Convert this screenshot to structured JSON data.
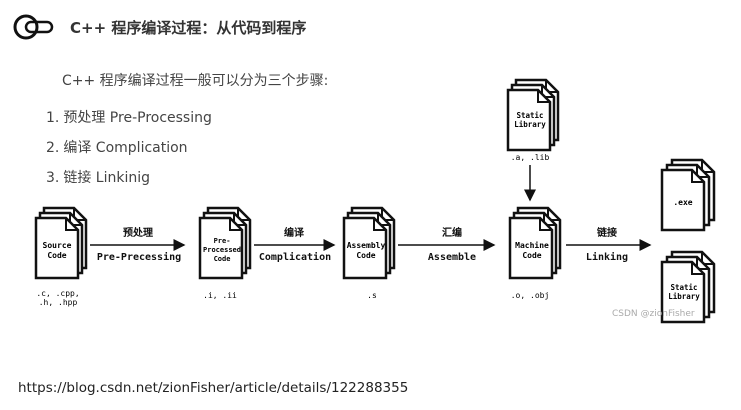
{
  "header": {
    "title": "C++ 程序编译过程：从代码到程序"
  },
  "intro": "C++ 程序编译过程一般可以分为三个步骤:",
  "steps": [
    {
      "num": "1.",
      "text": "预处理 Pre-Processing"
    },
    {
      "num": "2.",
      "text": "编译 Complication"
    },
    {
      "num": "3.",
      "text": "链接 Linkinig"
    }
  ],
  "diagram": {
    "source": {
      "lines": [
        "Source",
        "Code"
      ],
      "ext": [
        ".c, .cpp,",
        ".h, .hpp"
      ]
    },
    "preprocessed": {
      "lines": [
        "Pre-",
        "Processed",
        "Code"
      ],
      "ext": [
        ".i, .ii"
      ]
    },
    "assembly": {
      "lines": [
        "Assembly",
        "Code"
      ],
      "ext": [
        ".s"
      ]
    },
    "machine": {
      "lines": [
        "Machine",
        "Code"
      ],
      "ext": [
        ".o, .obj"
      ]
    },
    "static_lib_top": {
      "lines": [
        "Static",
        "Library"
      ],
      "ext": [
        ".a, .lib"
      ]
    },
    "exe": {
      "lines": [
        ".exe"
      ]
    },
    "static_lib_out": {
      "lines": [
        "Static",
        "Library"
      ]
    },
    "arrows": [
      {
        "cn": "预处理",
        "en": "Pre-Precessing"
      },
      {
        "cn": "编译",
        "en": "Complication"
      },
      {
        "cn": "汇编",
        "en": "Assemble"
      },
      {
        "cn": "链接",
        "en": "Linking"
      }
    ],
    "watermark": "CSDN @zionFisher"
  },
  "footer": {
    "url": "https://blog.csdn.net/zionFisher/article/details/122288355"
  }
}
